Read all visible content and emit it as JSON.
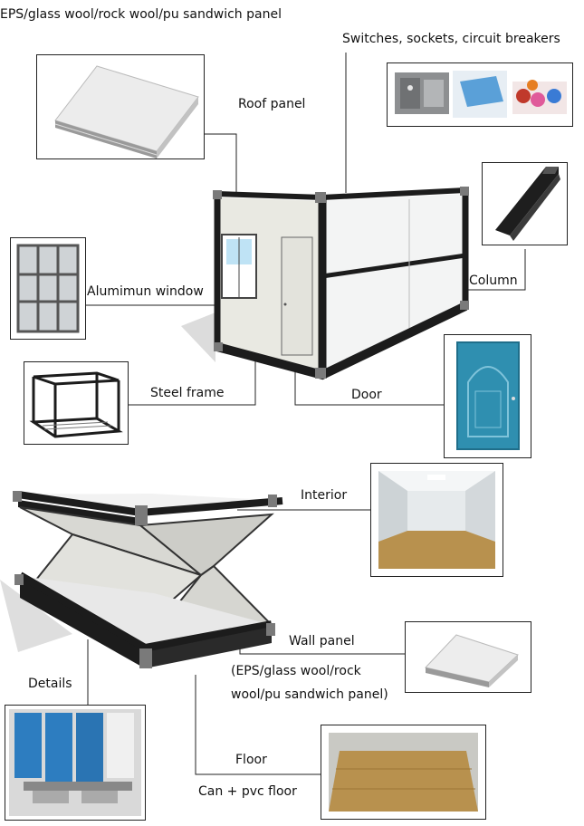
{
  "labels": {
    "roof_material": "EPS/glass wool/rock wool/pu sandwich panel",
    "roof_panel": "Roof panel",
    "electrical": "Switches, sockets, circuit breakers",
    "column": "Column",
    "window": "Alumimun window",
    "steel_frame": "Steel frame",
    "door": "Door",
    "interior": "Interior",
    "wall_panel": "Wall panel",
    "wall_material_line1": "(EPS/glass wool/rock",
    "wall_material_line2": "wool/pu sandwich panel)",
    "details": "Details",
    "floor": "Floor",
    "floor_material": "Can + pvc floor"
  },
  "colors": {
    "frame": "#1c1c1c",
    "panel": "#eeeeea",
    "door_blue": "#2f8fb0",
    "floor_wood": "#b8914e",
    "detail_blue": "#2d7dc0"
  }
}
